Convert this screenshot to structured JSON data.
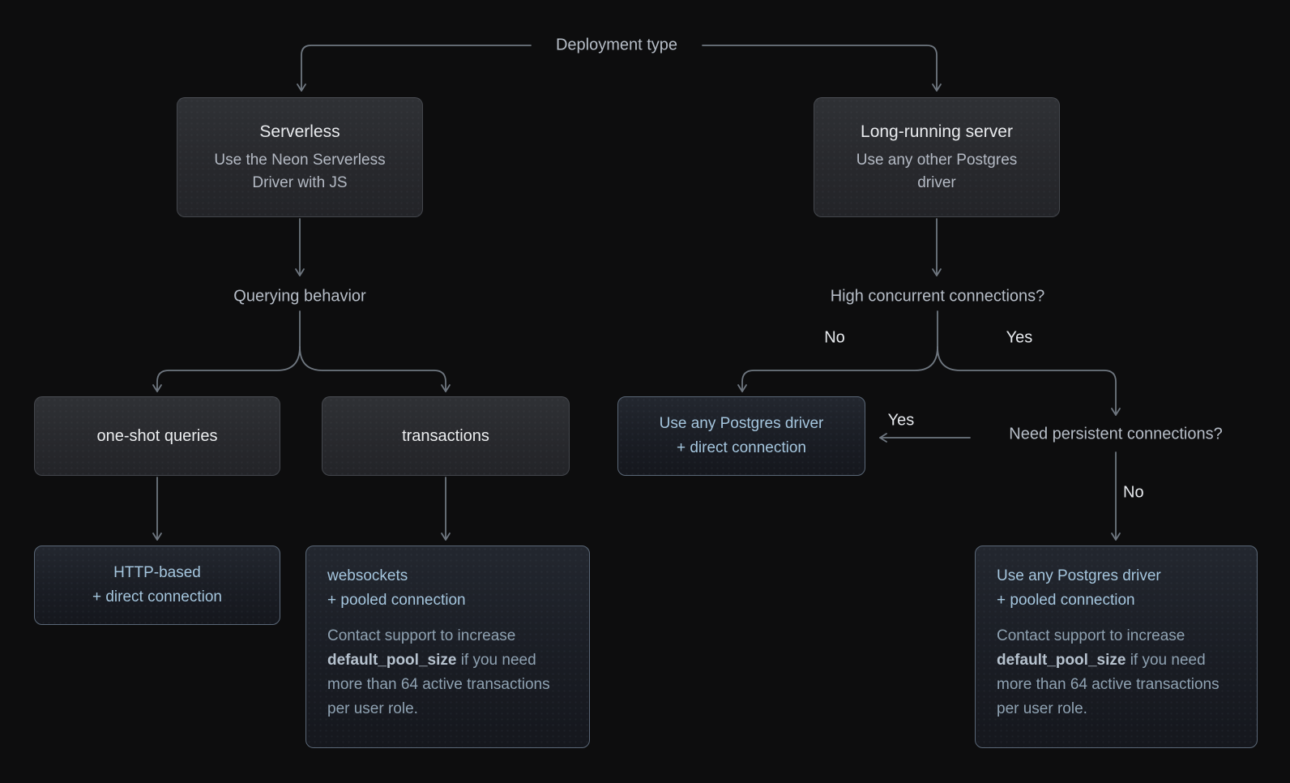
{
  "colors": {
    "background": "#0d0d0e",
    "connector_line": "#6f7780",
    "connector_label_text": "#b7bec8",
    "edge_label_text": "#e6e9ed",
    "dark_box_bg": "#2b2d31",
    "dark_box_border": "#44474d",
    "dark_box_title": "#e9ebee",
    "dark_box_subtitle": "#b4bac4",
    "highlight_box_bg": "#1a1d24",
    "highlight_box_border": "#5b6878",
    "highlight_text": "#a5c6de",
    "highlight_note_text": "#8fa2b2"
  },
  "icons": {
    "arrowhead": "chevron-down-arrowhead"
  },
  "root_label": "Deployment type",
  "labels": {
    "querying": "Querying behavior",
    "high_concurrent": "High concurrent connections?",
    "need_persistent": "Need persistent connections?"
  },
  "edge_labels": {
    "no_left": "No",
    "yes_right": "Yes",
    "yes_mid": "Yes",
    "no_bottom": "No"
  },
  "nodes": {
    "serverless": {
      "title": "Serverless",
      "subtitle": "Use the Neon Serverless Driver with JS"
    },
    "long_running": {
      "title": "Long-running server",
      "subtitle": "Use any other Postgres driver"
    },
    "one_shot": {
      "label": "one-shot queries"
    },
    "transactions": {
      "label": "transactions"
    },
    "http_based": {
      "line1": "HTTP-based",
      "line2": "+ direct connection"
    },
    "websockets": {
      "line1": "websockets",
      "line2": "+ pooled connection",
      "note_pre": "Contact support to increase",
      "note_code": "default_pool_size",
      "note_post": "if you need more than 64 active transactions per user role."
    },
    "direct_driver": {
      "line1": "Use any Postgres driver",
      "line2": "+ direct connection"
    },
    "pooled_driver": {
      "line1": "Use any Postgres driver",
      "line2": "+ pooled connection",
      "note_pre": "Contact support to increase",
      "note_code": "default_pool_size",
      "note_post": "if you need more than 64 active transactions per user role."
    }
  }
}
